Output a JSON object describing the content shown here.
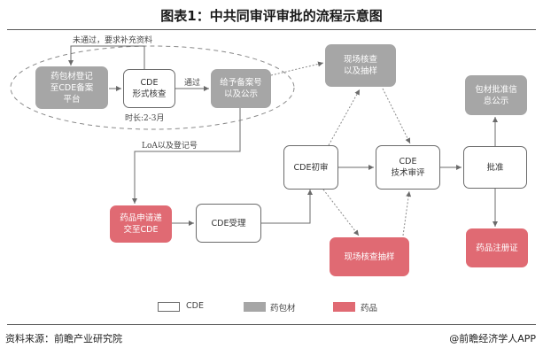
{
  "title": "图表1：中共同审评审批的流程示意图",
  "boxes": {
    "reg_platform": "药包材登记\n至CDE备案\n平台",
    "cde_formal": "CDE\n形式核查",
    "assign_no": "给予备案号\n以及公示",
    "site_check_top": "现场核查\n以及抽样",
    "med_publish": "包材批准信\n息公示",
    "cde_initial": "CDE初审",
    "cde_tech": "CDE\n技术审评",
    "approve": "批准",
    "drug_submit": "药品申请递\n交至CDE",
    "cde_accept": "CDE受理",
    "site_check_bottom": "现场核查抽样",
    "drug_register": "药品注册证"
  },
  "notes": {
    "resubmit": "未通过，要求补充资料",
    "pass": "通过",
    "duration": "时长:2-3月",
    "loa": "LoA以及登记号"
  },
  "legend": [
    {
      "label": "CDE",
      "color": "#ffffff",
      "border": "#6b6b6b"
    },
    {
      "label": "药包材",
      "color": "#a6a6a6",
      "border": "#a6a6a6"
    },
    {
      "label": "药品",
      "color": "#e06a73",
      "border": "#e06a73"
    }
  ],
  "footer": {
    "source": "资料来源：前瞻产业研究院",
    "brand": "@前瞻经济学人APP"
  }
}
